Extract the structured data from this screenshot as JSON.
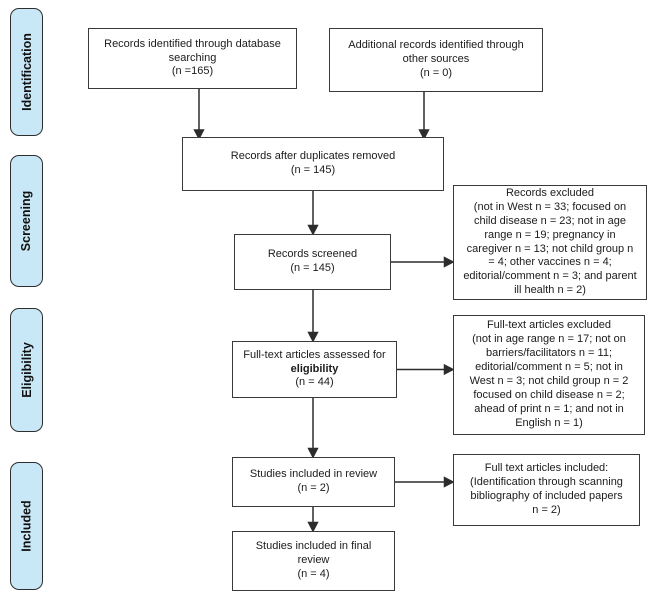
{
  "stages": [
    {
      "label": "Identification"
    },
    {
      "label": "Screening"
    },
    {
      "label": "Eligibility"
    },
    {
      "label": "Included"
    }
  ],
  "boxes": {
    "records_database": {
      "text": "Records identified through database\nsearching\n(n =165)"
    },
    "records_other": {
      "text": "Additional records identified through\nother sources\n(n = 0)"
    },
    "duplicates_removed": {
      "text": "Records after duplicates removed\n(n = 145)"
    },
    "records_screened": {
      "text": "Records screened\n(n = 145)"
    },
    "records_excluded": {
      "text": "Records excluded\n(not in West n = 33; focused on\nchild disease n = 23; not in age\nrange n = 19; pregnancy in\ncaregiver n = 13; not child group n\n= 4; other vaccines n = 4;\neditorial/comment n = 3; and parent\nill health n = 2)"
    },
    "fulltext_assessed": {
      "line1": "Full-text articles assessed for",
      "line2": "eligibility",
      "line3": "(n = 44)"
    },
    "fulltext_excluded": {
      "text": "Full-text articles excluded\n(not in age range n = 17; not on\nbarriers/facilitators n = 11;\neditorial/comment n = 5; not in\nWest n = 3; not child group n = 2\nfocused on child disease n = 2;\nahead of print n = 1; and not in\nEnglish n = 1)"
    },
    "included_review": {
      "text": "Studies included in review\n(n = 2)"
    },
    "fulltext_included": {
      "text": "Full text articles included:\n(Identification through scanning\nbibliography of included papers\nn = 2)"
    },
    "final_review": {
      "text": "Studies included in final\nreview\n(n = 4)"
    }
  },
  "colors": {
    "stage_fill": "#c9e8f7",
    "box_border": "#3a3a3a",
    "arrow": "#2c2c2c",
    "background": "#ffffff",
    "text": "#1b1b1b"
  }
}
